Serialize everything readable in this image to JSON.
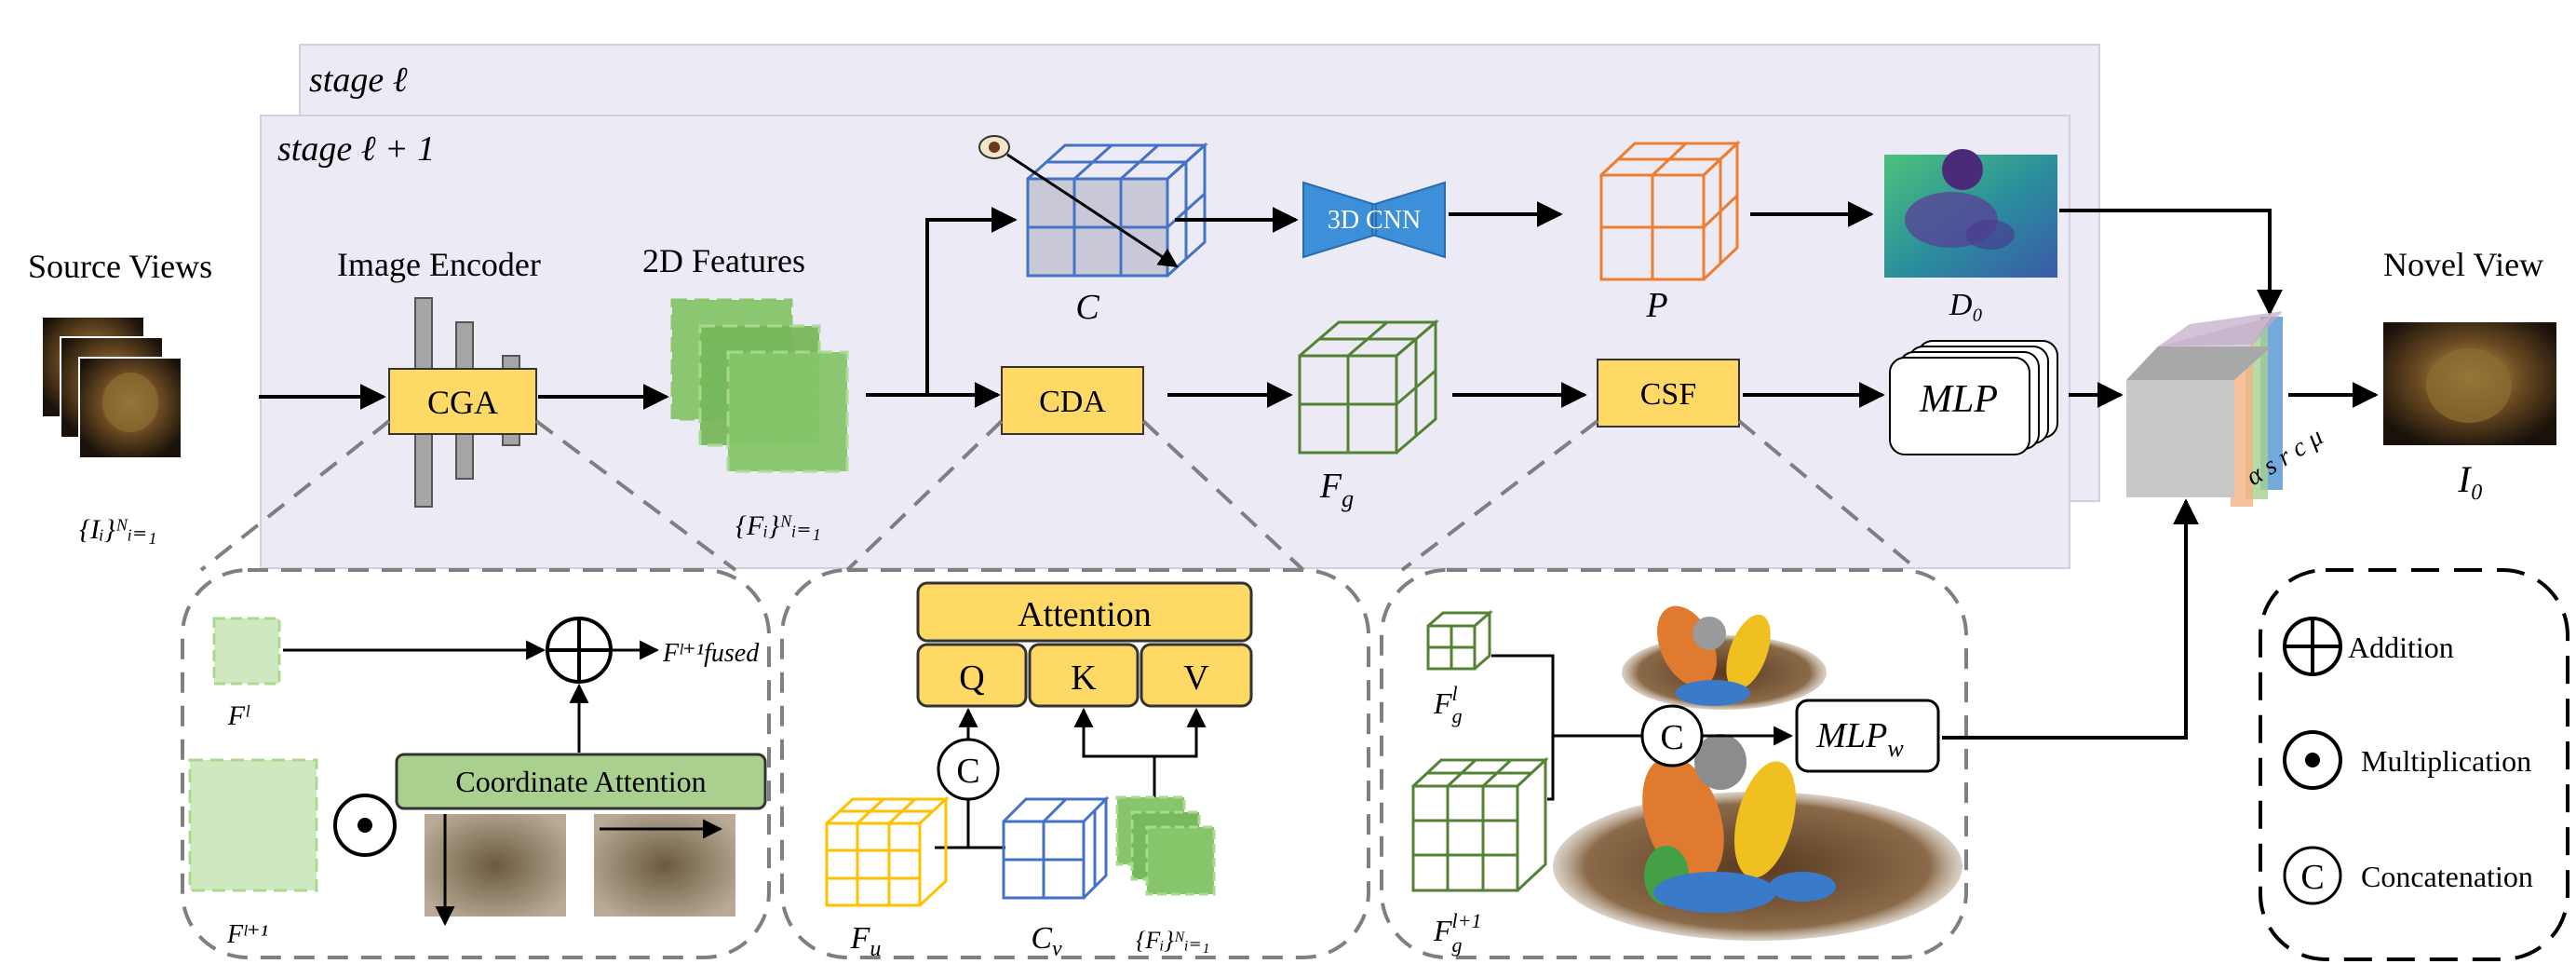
{
  "stages": {
    "back_label": "stage ℓ",
    "front_label": "stage ℓ + 1"
  },
  "inputs": {
    "source_views_label": "Source Views",
    "source_set_label": "{Iᵢ}ᴺᵢ₌₁"
  },
  "encoder": {
    "title": "Image Encoder",
    "cga_label": "CGA"
  },
  "features": {
    "title": "2D Features",
    "set_label": "{Fᵢ}ᴺᵢ₌₁"
  },
  "cost_volume": {
    "label": "C",
    "cnn_label": "3D CNN",
    "prob_label": "P",
    "depth_label": "D₀"
  },
  "aggregation": {
    "cda_label": "CDA",
    "fg_label": "F_g",
    "csf_label": "CSF",
    "mlp_label": "MLP"
  },
  "output": {
    "novel_view_label": "Novel View",
    "image_label": "I₀",
    "gaussian_params_label": "α s r c μ"
  },
  "cga_detail": {
    "f_l_label": "Fˡ",
    "f_l1_label": "Fˡ⁺¹",
    "fused_label": "Fˡ⁺¹fused",
    "coord_attention_label": "Coordinate Attention"
  },
  "cda_detail": {
    "attention_label": "Attention",
    "q_label": "Q",
    "k_label": "K",
    "v_label": "V",
    "concat_symbol": "C",
    "fu_label": "F_u",
    "cv_label": "C_v",
    "fi_label": "{Fᵢ}ᴺᵢ₌₁"
  },
  "csf_detail": {
    "fgl_label": "Fˡ_g",
    "fgl1_label": "Fˡ⁺¹_g",
    "concat_symbol": "C",
    "mlpw_label": "MLP_w"
  },
  "legend": {
    "addition_label": "Addition",
    "multiplication_label": "Multiplication",
    "concatenation_label": "Concatenation",
    "concat_symbol": "C"
  },
  "colors": {
    "stage_bg": "#eceaf4",
    "stage_border": "#d2d0e0",
    "module_fill": "#ffd966",
    "feature_green": "#86c56a",
    "light_green": "#cfe8c0",
    "cube_blue": "#4472c4",
    "cube_orange": "#ed7d31",
    "cube_green": "#548235",
    "cube_yellow": "#ffc000",
    "cnn_blue": "#3c8fd8",
    "dashed_gray": "#7f7f7f"
  }
}
